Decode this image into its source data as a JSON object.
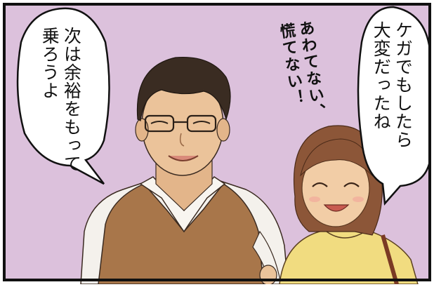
{
  "speech_left": {
    "text": "次は余裕をもって\n乗ろうよ"
  },
  "speech_right": {
    "text": "ケガでもしたら\n大変だったね"
  },
  "monologue_middle": {
    "text": "あわてない、\n慌てない！"
  },
  "colors": {
    "background": "#DCC1DC",
    "frame": "#111111",
    "balloon": "#FFFFFF",
    "vest": "#A8764A",
    "skin": "#EBC39A",
    "hair": "#3A2C22",
    "woman_hair": "#8C5638",
    "sweater": "#F1DC80"
  }
}
